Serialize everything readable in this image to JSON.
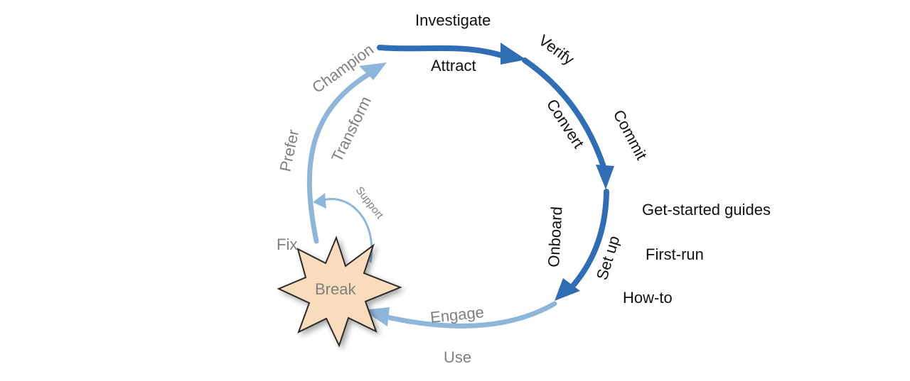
{
  "diagram": {
    "colors": {
      "dark_blue": "#2f6db5",
      "light_blue": "#8db6da",
      "burst_fill": "#f8dcbb",
      "dark_text": "#111111",
      "grey_text": "#7f7f7f"
    },
    "stages": {
      "investigate": "Investigate",
      "attract": "Attract",
      "verify": "Verify",
      "convert": "Convert",
      "commit": "Commit",
      "onboard": "Onboard",
      "set_up": "Set up",
      "engage": "Engage",
      "use": "Use",
      "fix": "Fix",
      "prefer": "Prefer",
      "transform": "Transform",
      "champion": "Champion",
      "support": "Support",
      "break": "Break"
    },
    "side_notes": {
      "get_started": "Get-started guides",
      "first_run": "First-run",
      "how_to": "How-to"
    }
  }
}
